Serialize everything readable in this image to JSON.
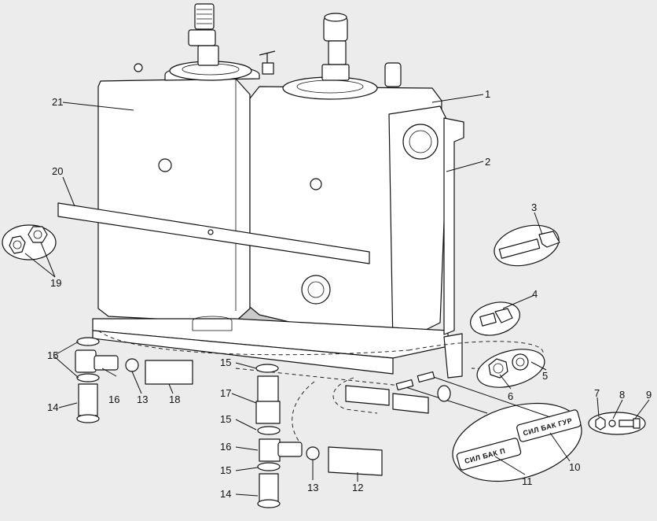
{
  "callouts": {
    "c1": "1",
    "c2": "2",
    "c3": "3",
    "c4": "4",
    "c5": "5",
    "c6": "6",
    "c7": "7",
    "c8": "8",
    "c9": "9",
    "c10": "10",
    "c11": "11",
    "c12": "12",
    "c13a": "13",
    "c13b": "13",
    "c14a": "14",
    "c14b": "14",
    "c15a": "15",
    "c15b": "15",
    "c15c": "15",
    "c15d": "15",
    "c16a": "16",
    "c16b": "16",
    "c17": "17",
    "c18": "18",
    "c19": "19",
    "c20": "20",
    "c21": "21"
  },
  "plates": {
    "left_text": "СИЛ БАК П",
    "right_text": "СИЛ БАК ГУР"
  },
  "colors": {
    "background": "#ececec",
    "line": "#111111",
    "part_fill": "#ffffff",
    "watermark": "#c8c8c8"
  }
}
